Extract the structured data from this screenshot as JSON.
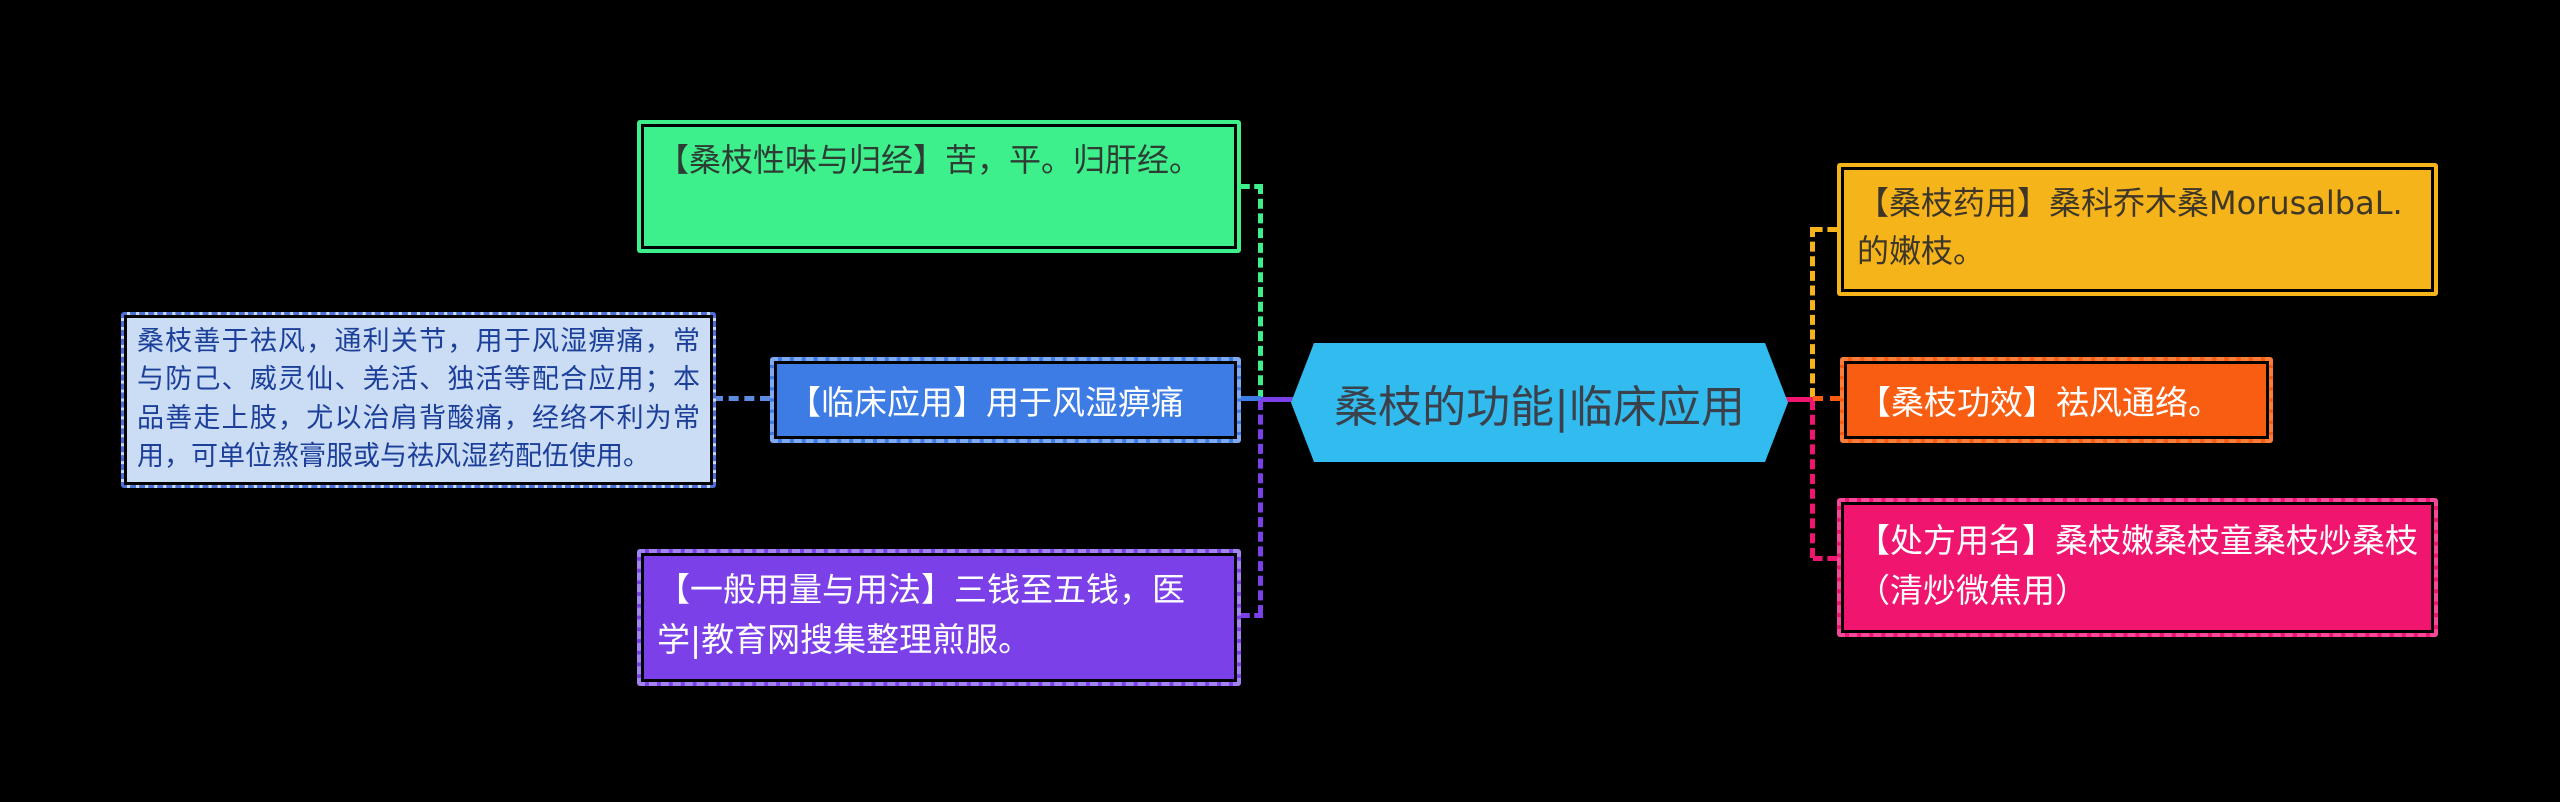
{
  "title": "桑枝的功能|临床应用",
  "center": {
    "label": "桑枝的功能|临床应用",
    "color": "#32BBEE",
    "text_color": "#3A414B"
  },
  "left_branch": {
    "note": {
      "text": "桑枝善于祛风，通利关节，用于风湿痹痛，常与防己、威灵仙、羌活、独活等配合应用；本品善走上肢，尤以治肩背酸痛，经络不利为常用，可单位熬膏服或与祛风湿药配伍使用。",
      "bg_color": "#CBDDF4",
      "text_color": "#1C3F9A"
    },
    "nodes": {
      "xingwei": {
        "text": "【桑枝性味与归经】苦，平。归肝经。",
        "color": "#3DF08C"
      },
      "linchuang": {
        "text": "【临床应用】用于风湿痹痛",
        "color": "#3D7CE4"
      },
      "yongliang": {
        "text": "【一般用量与用法】三钱至五钱，医学|教育网搜集整理煎服。",
        "color": "#7C40E8"
      }
    }
  },
  "right_branch": {
    "nodes": {
      "yaoyong": {
        "text": "【桑枝药用】桑科乔木桑MorusalbaL.的嫩枝。",
        "color": "#F6B41B"
      },
      "gongxiao": {
        "text": "【桑枝功效】祛风通络。",
        "color": "#F85D11"
      },
      "chufang": {
        "text": "【处方用名】桑枝嫩桑枝童桑枝炒桑枝（清炒微焦用）",
        "color": "#F0166F"
      }
    }
  },
  "connector_colors": {
    "note_link": "#5C8BE0",
    "left_top": "#3DF08C",
    "left_mid": "#3D7CE4",
    "left_bottom": "#7C40E8",
    "right_top": "#F6B41B",
    "right_mid": "#F85D11",
    "right_bottom": "#F0166F"
  },
  "background_color": "#000000"
}
